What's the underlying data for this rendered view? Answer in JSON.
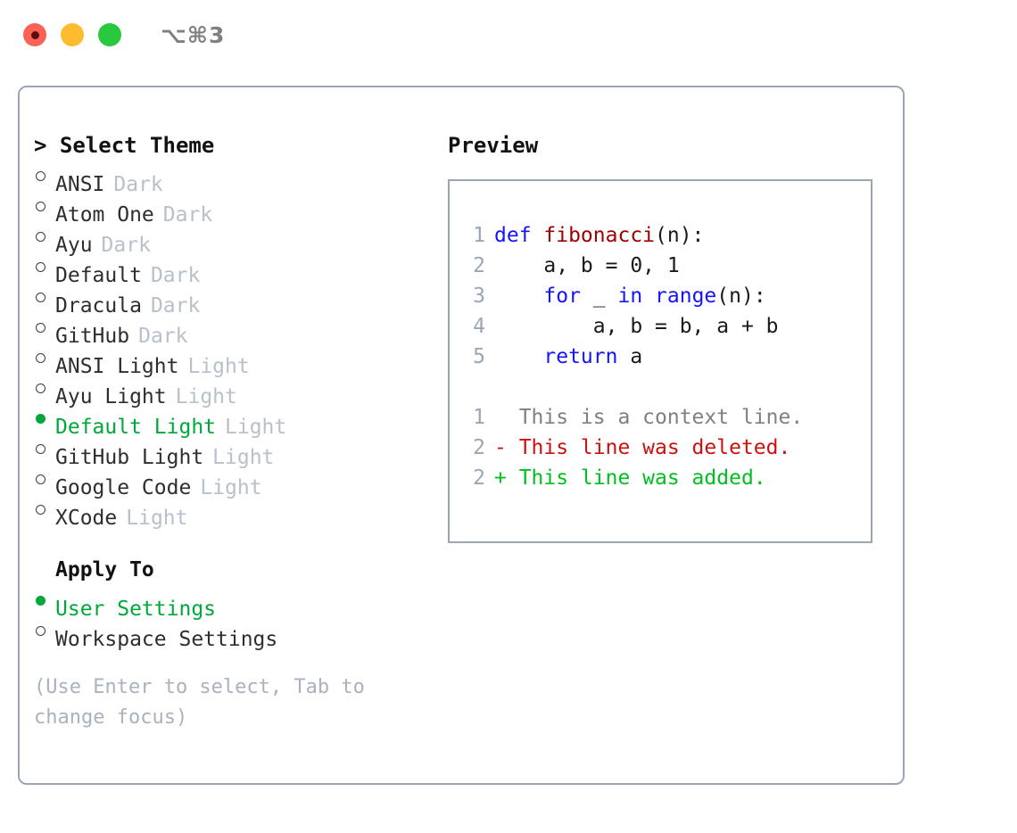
{
  "window": {
    "shortcut": "⌥⌘3",
    "traffic_lights": [
      {
        "name": "close",
        "color": "#fc6158"
      },
      {
        "name": "minimize",
        "color": "#fdbc2f"
      },
      {
        "name": "maximize",
        "color": "#28c93f"
      }
    ]
  },
  "theme_list": {
    "header": "> Select Theme",
    "items": [
      {
        "label": "ANSI",
        "tag": "Dark",
        "selected": false
      },
      {
        "label": "Atom One",
        "tag": "Dark",
        "selected": false
      },
      {
        "label": "Ayu",
        "tag": "Dark",
        "selected": false
      },
      {
        "label": "Default",
        "tag": "Dark",
        "selected": false
      },
      {
        "label": "Dracula",
        "tag": "Dark",
        "selected": false
      },
      {
        "label": "GitHub",
        "tag": "Dark",
        "selected": false
      },
      {
        "label": "ANSI Light",
        "tag": "Light",
        "selected": false
      },
      {
        "label": "Ayu Light",
        "tag": "Light",
        "selected": false
      },
      {
        "label": "Default Light",
        "tag": "Light",
        "selected": true
      },
      {
        "label": "GitHub Light",
        "tag": "Light",
        "selected": false
      },
      {
        "label": "Google Code",
        "tag": "Light",
        "selected": false
      },
      {
        "label": "XCode",
        "tag": "Light",
        "selected": false
      }
    ]
  },
  "apply_to": {
    "header": "Apply To",
    "items": [
      {
        "label": "User Settings",
        "selected": true
      },
      {
        "label": "Workspace Settings",
        "selected": false
      }
    ]
  },
  "hint": "(Use Enter to select, Tab to change focus)",
  "preview": {
    "header": "Preview",
    "code_lines": [
      {
        "no": "1",
        "tokens": [
          {
            "t": "def ",
            "k": "kw"
          },
          {
            "t": "fibonacci",
            "k": "fn"
          },
          {
            "t": "(n):",
            "k": "plain"
          }
        ]
      },
      {
        "no": "2",
        "tokens": [
          {
            "t": "    a, b = 0, 1",
            "k": "plain"
          }
        ]
      },
      {
        "no": "3",
        "tokens": [
          {
            "t": "    ",
            "k": "plain"
          },
          {
            "t": "for",
            "k": "kw"
          },
          {
            "t": " _ ",
            "k": "plain"
          },
          {
            "t": "in",
            "k": "kw"
          },
          {
            "t": " ",
            "k": "plain"
          },
          {
            "t": "range",
            "k": "kw"
          },
          {
            "t": "(n):",
            "k": "plain"
          }
        ]
      },
      {
        "no": "4",
        "tokens": [
          {
            "t": "        a, b = b, a + b",
            "k": "plain"
          }
        ]
      },
      {
        "no": "5",
        "tokens": [
          {
            "t": "    ",
            "k": "plain"
          },
          {
            "t": "return",
            "k": "kw"
          },
          {
            "t": " a",
            "k": "plain"
          }
        ]
      }
    ],
    "diff_lines": [
      {
        "no": "1",
        "sign": " ",
        "text": " This is a context line.",
        "kind": "ctx"
      },
      {
        "no": "2",
        "sign": "-",
        "text": " This line was deleted.",
        "kind": "del"
      },
      {
        "no": "2",
        "sign": "+",
        "text": " This line was added.",
        "kind": "add"
      }
    ]
  },
  "colors": {
    "accent_green": "#00a83c",
    "border": "#9ba6b5",
    "tag_gray": "#b8c0cb",
    "hint_gray": "#aab2bf",
    "keyword_blue": "#1414ff",
    "function_red": "#a00000",
    "diff_delete": "#cc1111",
    "diff_add": "#00c020",
    "diff_context": "#808080"
  }
}
